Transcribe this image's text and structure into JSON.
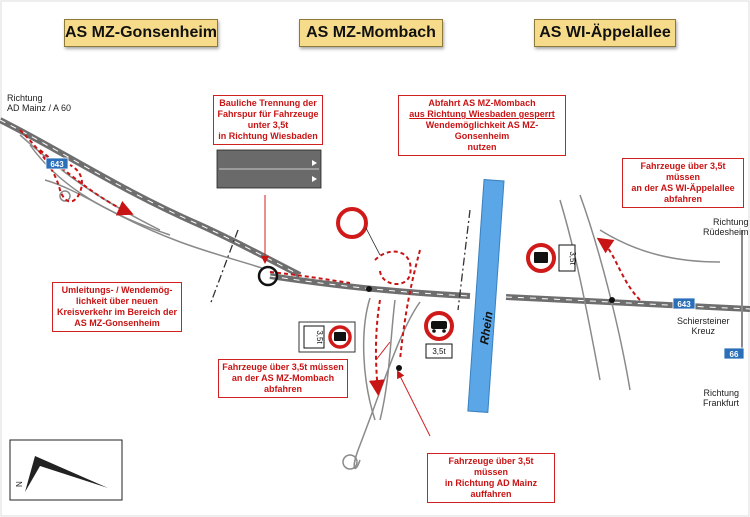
{
  "headers": {
    "gonsenheim": "AS MZ-Gonsenheim",
    "mombach": "AS MZ-Mombach",
    "appelallee": "AS WI-Äppelallee"
  },
  "labels": {
    "richtung_mainz_1": "Richtung",
    "richtung_mainz_2": "AD Mainz / A 60",
    "richtung_ruedesheim_1": "Richtung",
    "richtung_ruedesheim_2": "Rüdesheim",
    "richtung_frankfurt_1": "Richtung",
    "richtung_frankfurt_2": "Frankfurt",
    "schiersteiner_1": "Schiersteiner",
    "schiersteiner_2": "Kreuz",
    "rhein": "Rhein"
  },
  "route_badges": {
    "a643_left": "643",
    "a643_right": "643",
    "a66": "66"
  },
  "signs": {
    "weight_left": "3,5t",
    "weight_center": "3,5t",
    "weight_right": "3,5t"
  },
  "notes": {
    "bauliche": [
      "Bauliche Trennung der",
      "Fahrspur für Fahrzeuge",
      "unter 3,5t",
      "in Richtung Wiesbaden"
    ],
    "abfahrt_line1": "Abfahrt AS MZ-Mombach",
    "abfahrt_line2": "aus Richtung Wiesbaden gesperrt",
    "abfahrt_line3": "Wendemöglichkeit AS MZ-Gonsenheim",
    "abfahrt_line4": "nutzen",
    "appelallee": [
      "Fahrzeuge über 3,5t müssen",
      "an der AS WI-Äppelallee",
      "abfahren"
    ],
    "umleitung": [
      "Umleitungs- / Wendemög-",
      "lichkeit über neuen",
      "Kreisverkehr im Bereich der",
      "AS MZ-Gonsenheim"
    ],
    "mombach_exit": [
      "Fahrzeuge über 3,5t müssen",
      "an der AS MZ-Mombach",
      "abfahren"
    ],
    "admainz": [
      "Fahrzeuge über 3,5t müssen",
      "in Richtung AD Mainz",
      "auffahren"
    ]
  },
  "compass": {
    "north": "N"
  },
  "colors": {
    "header_bg": "#f6dc8a",
    "note_red": "#c81414",
    "road_gray": "#6e6e6e",
    "river_blue": "#5aa6e6",
    "badge_blue": "#2a6fb8"
  }
}
